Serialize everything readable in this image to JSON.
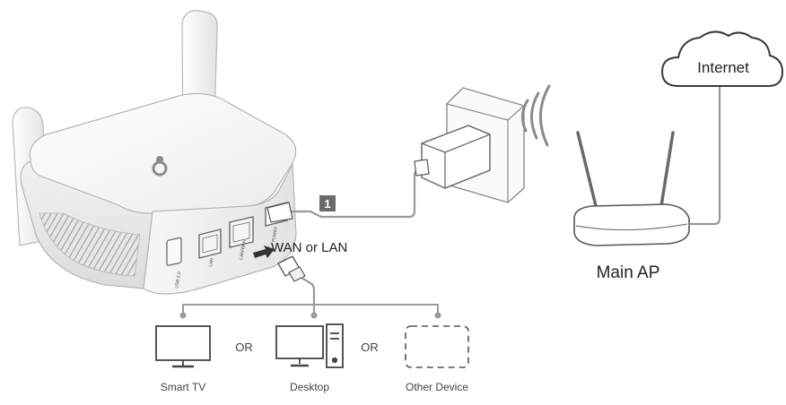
{
  "labels": {
    "internet": "Internet",
    "main_ap": "Main AP",
    "wan_or_lan": "WAN or LAN",
    "step_number": "1",
    "or_1": "OR",
    "or_2": "OR",
    "smart_tv": "Smart TV",
    "desktop": "Desktop",
    "other_device": "Other Device"
  },
  "port_labels": {
    "usb": "USB 2.0",
    "lan": "LAN",
    "wan_lan": "LAN/WAN",
    "power": "POWER"
  },
  "icons": [
    "router-logo-icon",
    "wifi-signal-icon",
    "cloud-icon",
    "ethernet-plug-icon",
    "power-adapter-icon",
    "tv-icon",
    "desktop-icon",
    "tower-icon",
    "other-device-icon",
    "arrow-icon"
  ],
  "colors": {
    "line": "#9a9a9a",
    "badge": "#6b6b6b",
    "text": "#222222",
    "device_body": "#f4f4f4"
  }
}
